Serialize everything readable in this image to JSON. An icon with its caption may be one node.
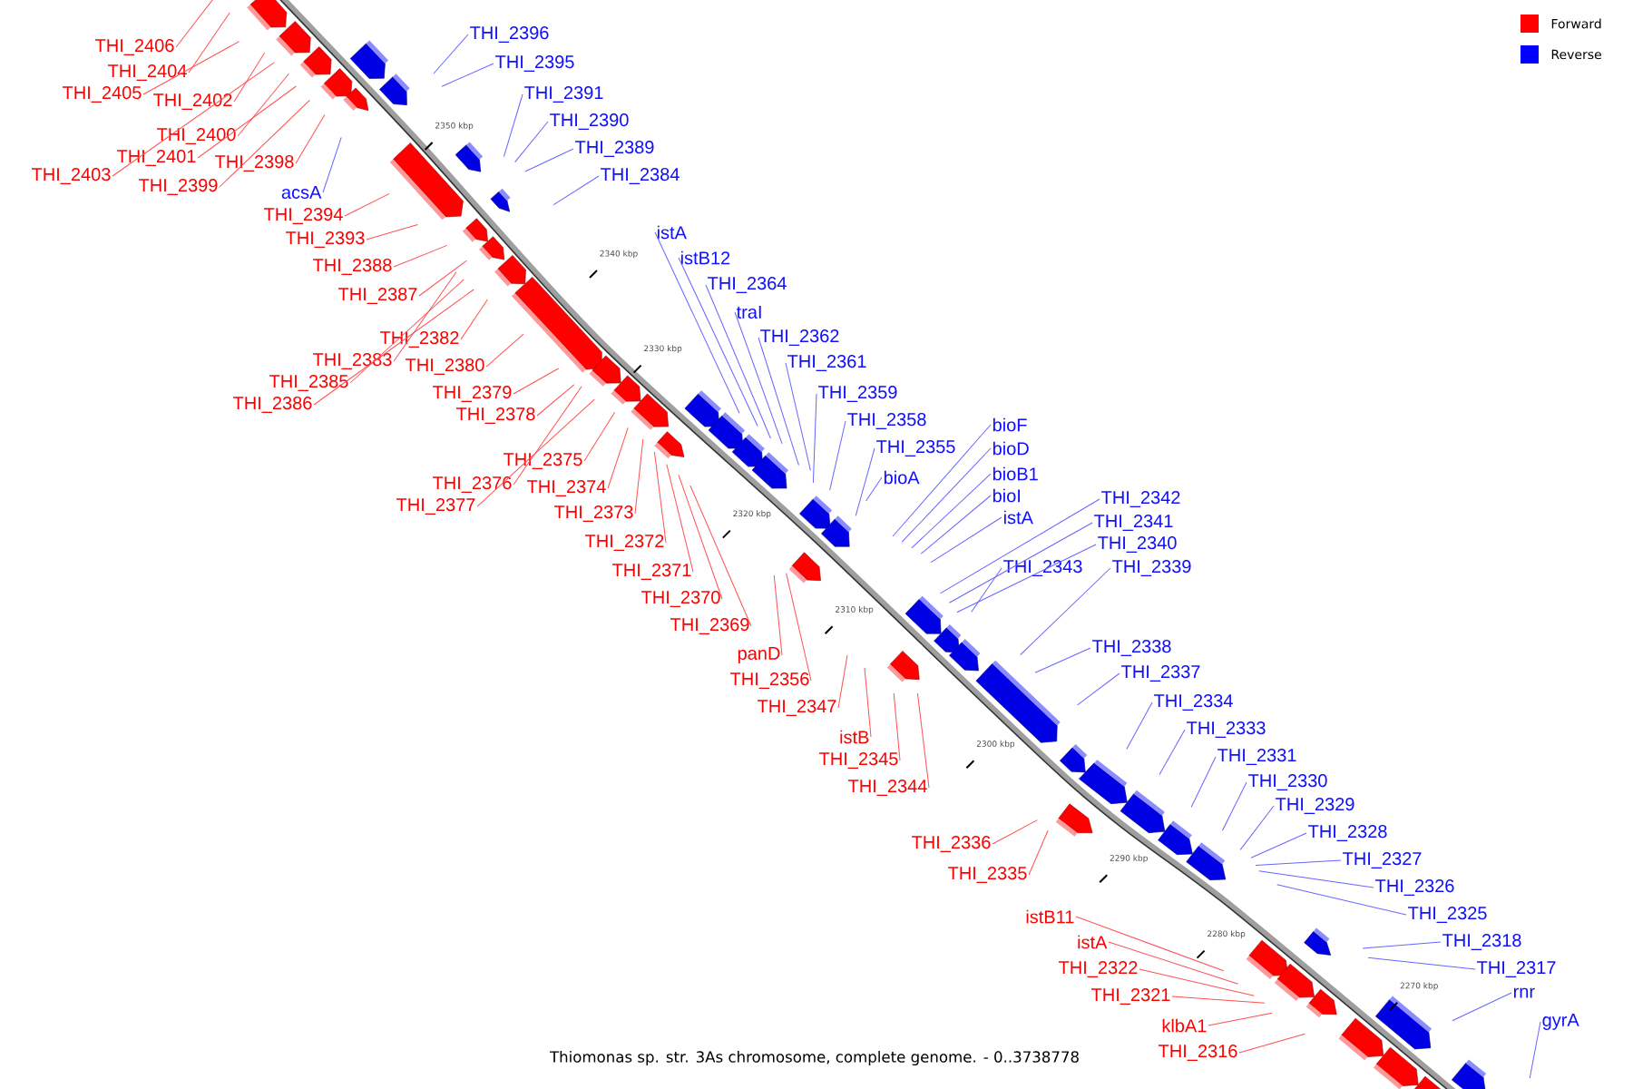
{
  "diagram": {
    "caption": "Thiomonas sp. str. 3As chromosome, complete genome. - 0..3738778",
    "nodes": [
      {
        "text": [
          "THI_2396"
        ]
      },
      {
        "text": [
          "THI_2406"
        ]
      },
      {
        "text": [
          "THI_2395"
        ]
      },
      {
        "text": [
          "THI_2404"
        ]
      },
      {
        "text": [
          "THI_2405"
        ]
      },
      {
        "text": [
          "THI_2391"
        ]
      },
      {
        "text": [
          "THI_2402"
        ]
      },
      {
        "text": [
          "THI_2390"
        ]
      },
      {
        "text": [
          "THI_2400"
        ]
      },
      {
        "text": [
          "THI_2389"
        ]
      },
      {
        "text": [
          "THI_2401"
        ]
      },
      {
        "text": [
          "THI_2398"
        ]
      },
      {
        "text": [
          "THI_2403"
        ]
      },
      {
        "text": [
          "THI_2384"
        ]
      },
      {
        "text": [
          "THI_2399"
        ]
      },
      {
        "text": [
          "acsA"
        ]
      },
      {
        "text": [
          "THI_2394"
        ]
      },
      {
        "text": [
          "istA"
        ]
      },
      {
        "text": [
          "THI_2393"
        ]
      },
      {
        "text": [
          "istB12"
        ]
      },
      {
        "text": [
          "THI_2388"
        ]
      },
      {
        "text": [
          "THI_2364"
        ]
      },
      {
        "text": [
          "THI_2387"
        ]
      },
      {
        "text": [
          "traI"
        ]
      },
      {
        "text": [
          "THI_2362"
        ]
      },
      {
        "text": [
          "THI_2382"
        ]
      },
      {
        "text": [
          "THI_2383"
        ]
      },
      {
        "text": [
          "THI_2361"
        ]
      },
      {
        "text": [
          "THI_2380"
        ]
      },
      {
        "text": [
          "THI_2385"
        ]
      },
      {
        "text": [
          "THI_2359"
        ]
      },
      {
        "text": [
          "THI_2379"
        ]
      },
      {
        "text": [
          "THI_2386"
        ]
      },
      {
        "text": [
          "THI_2378"
        ]
      },
      {
        "text": [
          "THI_2358"
        ]
      },
      {
        "text": [
          "bioF"
        ]
      },
      {
        "text": [
          "THI_2355"
        ]
      },
      {
        "text": [
          "bioD"
        ]
      },
      {
        "text": [
          "THI_2375"
        ]
      },
      {
        "text": [
          "bioB1"
        ]
      },
      {
        "text": [
          "bioA"
        ]
      },
      {
        "text": [
          "THI_2376"
        ]
      },
      {
        "text": [
          "THI_2374"
        ]
      },
      {
        "text": [
          "bioI"
        ]
      },
      {
        "text": [
          "THI_2342"
        ]
      },
      {
        "text": [
          "THI_2377"
        ]
      },
      {
        "text": [
          "THI_2373"
        ]
      },
      {
        "text": [
          "istA"
        ]
      },
      {
        "text": [
          "THI_2341"
        ]
      },
      {
        "text": [
          "THI_2372"
        ]
      },
      {
        "text": [
          "THI_2340"
        ]
      },
      {
        "text": [
          "THI_2343"
        ]
      },
      {
        "text": [
          "THI_2339"
        ]
      },
      {
        "text": [
          "THI_2371"
        ]
      },
      {
        "text": [
          "THI_2370"
        ]
      },
      {
        "text": [
          "THI_2369"
        ]
      },
      {
        "text": [
          "THI_2338"
        ]
      },
      {
        "text": [
          "panD"
        ]
      },
      {
        "text": [
          "THI_2337"
        ]
      },
      {
        "text": [
          "THI_2356"
        ]
      },
      {
        "text": [
          "THI_2334"
        ]
      },
      {
        "text": [
          "THI_2347"
        ]
      },
      {
        "text": [
          "THI_2333"
        ]
      },
      {
        "text": [
          "istB"
        ]
      },
      {
        "text": [
          "THI_2331"
        ]
      },
      {
        "text": [
          "THI_2345"
        ]
      },
      {
        "text": [
          "THI_2330"
        ]
      },
      {
        "text": [
          "THI_2344"
        ]
      },
      {
        "text": [
          "THI_2329"
        ]
      },
      {
        "text": [
          "THI_2328"
        ]
      },
      {
        "text": [
          "THI_2336"
        ]
      },
      {
        "text": [
          "THI_2327"
        ]
      },
      {
        "text": [
          "THI_2335"
        ]
      },
      {
        "text": [
          "THI_2326"
        ]
      },
      {
        "text": [
          "THI_2325"
        ]
      },
      {
        "text": [
          "istB11"
        ]
      },
      {
        "text": [
          "THI_2318"
        ]
      },
      {
        "text": [
          "istA"
        ]
      },
      {
        "text": [
          "THI_2317"
        ]
      },
      {
        "text": [
          "THI_2322"
        ]
      },
      {
        "text": [
          "rnr"
        ]
      },
      {
        "text": [
          "THI_2321"
        ]
      },
      {
        "text": [
          "gyrA"
        ]
      },
      {
        "text": [
          "klbA1"
        ]
      },
      {
        "text": [
          "THI_2316"
        ]
      }
    ],
    "edges": [
      {
        "from": 0,
        "to": null,
        "arrow": "none",
        "color": "#6666ff"
      },
      {
        "from": 1,
        "to": null,
        "arrow": "none"
      },
      {
        "from": 2,
        "to": null,
        "arrow": "none",
        "color": "#6666ff"
      },
      {
        "from": 3,
        "to": null,
        "arrow": "none"
      },
      {
        "from": 4,
        "to": null,
        "arrow": "none"
      },
      {
        "from": 5,
        "to": null,
        "arrow": "none",
        "color": "#6666ff"
      },
      {
        "from": 6,
        "to": null,
        "arrow": "none"
      },
      {
        "from": 7,
        "to": null,
        "arrow": "none",
        "color": "#6666ff"
      },
      {
        "from": 8,
        "to": null,
        "arrow": "none"
      },
      {
        "from": 9,
        "to": null,
        "arrow": "none",
        "color": "#6666ff"
      },
      {
        "from": 10,
        "to": null,
        "arrow": "none"
      },
      {
        "from": 11,
        "to": null,
        "arrow": "none"
      },
      {
        "from": 12,
        "to": null,
        "arrow": "none"
      },
      {
        "from": 13,
        "to": null,
        "arrow": "none",
        "color": "#6666ff"
      },
      {
        "from": 14,
        "to": null,
        "arrow": "none"
      },
      {
        "from": 15,
        "to": null,
        "arrow": "none",
        "color": "#6666ff"
      },
      {
        "from": 16,
        "to": null,
        "arrow": "none"
      },
      {
        "from": 17,
        "to": null,
        "arrow": "none",
        "color": "#6666ff"
      },
      {
        "from": 18,
        "to": null,
        "arrow": "none"
      },
      {
        "from": 19,
        "to": null,
        "arrow": "none",
        "color": "#6666ff"
      },
      {
        "from": 20,
        "to": null,
        "arrow": "none"
      },
      {
        "from": 21,
        "to": null,
        "arrow": "none",
        "color": "#6666ff"
      },
      {
        "from": 22,
        "to": null,
        "arrow": "none"
      },
      {
        "from": 23,
        "to": null,
        "arrow": "none",
        "color": "#6666ff"
      },
      {
        "from": 24,
        "to": null,
        "arrow": "none",
        "color": "#6666ff"
      },
      {
        "from": 25,
        "to": null,
        "arrow": "none"
      },
      {
        "from": 26,
        "to": null,
        "arrow": "none"
      },
      {
        "from": 27,
        "to": null,
        "arrow": "none",
        "color": "#6666ff"
      },
      {
        "from": 28,
        "to": null,
        "arrow": "none"
      },
      {
        "from": 29,
        "to": null,
        "arrow": "none"
      },
      {
        "from": 30,
        "to": null,
        "arrow": "none",
        "color": "#6666ff"
      },
      {
        "from": 31,
        "to": null,
        "arrow": "none"
      },
      {
        "from": 32,
        "to": null,
        "arrow": "none"
      },
      {
        "from": 33,
        "to": null,
        "arrow": "none"
      },
      {
        "from": 34,
        "to": null,
        "arrow": "none",
        "color": "#6666ff"
      },
      {
        "from": 35,
        "to": null,
        "arrow": "none",
        "color": "#6666ff"
      },
      {
        "from": 36,
        "to": null,
        "arrow": "none",
        "color": "#6666ff"
      },
      {
        "from": 37,
        "to": null,
        "arrow": "none",
        "color": "#6666ff"
      },
      {
        "from": 38,
        "to": null,
        "arrow": "none"
      },
      {
        "from": 39,
        "to": null,
        "arrow": "none",
        "color": "#6666ff"
      },
      {
        "from": 40,
        "to": null,
        "arrow": "none",
        "color": "#6666ff"
      },
      {
        "from": 41,
        "to": null,
        "arrow": "none"
      },
      {
        "from": 42,
        "to": null,
        "arrow": "none"
      },
      {
        "from": 43,
        "to": null,
        "arrow": "none",
        "color": "#6666ff"
      },
      {
        "from": 44,
        "to": null,
        "arrow": "none",
        "color": "#6666ff"
      },
      {
        "from": 45,
        "to": null,
        "arrow": "none"
      },
      {
        "from": 46,
        "to": null,
        "arrow": "none"
      },
      {
        "from": 47,
        "to": null,
        "arrow": "none",
        "color": "#6666ff"
      },
      {
        "from": 48,
        "to": null,
        "arrow": "none",
        "color": "#6666ff"
      },
      {
        "from": 49,
        "to": null,
        "arrow": "none"
      },
      {
        "from": 50,
        "to": null,
        "arrow": "none",
        "color": "#6666ff"
      },
      {
        "from": 51,
        "to": null,
        "arrow": "none",
        "color": "#6666ff"
      },
      {
        "from": 52,
        "to": null,
        "arrow": "none",
        "color": "#6666ff"
      },
      {
        "from": 53,
        "to": null,
        "arrow": "none"
      },
      {
        "from": 54,
        "to": null,
        "arrow": "none"
      },
      {
        "from": 55,
        "to": null,
        "arrow": "none"
      },
      {
        "from": 56,
        "to": null,
        "arrow": "none",
        "color": "#6666ff"
      },
      {
        "from": 57,
        "to": null,
        "arrow": "none"
      },
      {
        "from": 58,
        "to": null,
        "arrow": "none",
        "color": "#6666ff"
      },
      {
        "from": 59,
        "to": null,
        "arrow": "none"
      },
      {
        "from": 60,
        "to": null,
        "arrow": "none",
        "color": "#6666ff"
      },
      {
        "from": 61,
        "to": null,
        "arrow": "none"
      },
      {
        "from": 62,
        "to": null,
        "arrow": "none",
        "color": "#6666ff"
      },
      {
        "from": 63,
        "to": null,
        "arrow": "none"
      },
      {
        "from": 64,
        "to": null,
        "arrow": "none",
        "color": "#6666ff"
      },
      {
        "from": 65,
        "to": null,
        "arrow": "none"
      },
      {
        "from": 66,
        "to": null,
        "arrow": "none",
        "color": "#6666ff"
      },
      {
        "from": 67,
        "to": null,
        "arrow": "none"
      },
      {
        "from": 68,
        "to": null,
        "arrow": "none",
        "color": "#6666ff"
      },
      {
        "from": 69,
        "to": null,
        "arrow": "none",
        "color": "#6666ff"
      },
      {
        "from": 70,
        "to": null,
        "arrow": "none"
      },
      {
        "from": 71,
        "to": null,
        "arrow": "none",
        "color": "#6666ff"
      },
      {
        "from": 72,
        "to": null,
        "arrow": "none"
      },
      {
        "from": 73,
        "to": null,
        "arrow": "none",
        "color": "#6666ff"
      },
      {
        "from": 74,
        "to": null,
        "arrow": "none",
        "color": "#6666ff"
      },
      {
        "from": 75,
        "to": null,
        "arrow": "none"
      },
      {
        "from": 76,
        "to": null,
        "arrow": "none",
        "color": "#6666ff"
      },
      {
        "from": 77,
        "to": null,
        "arrow": "none"
      },
      {
        "from": 78,
        "to": null,
        "arrow": "none",
        "color": "#6666ff"
      },
      {
        "from": 79,
        "to": null,
        "arrow": "none"
      },
      {
        "from": 80,
        "to": null,
        "arrow": "none",
        "color": "#6666ff"
      },
      {
        "from": 81,
        "to": null,
        "arrow": "none"
      },
      {
        "from": 82,
        "to": null,
        "arrow": "none",
        "color": "#6666ff"
      },
      {
        "from": 83,
        "to": null,
        "arrow": "none"
      },
      {
        "from": 84,
        "to": null,
        "arrow": "none"
      }
    ],
    "labels": [
      "2350 kbp",
      "2340 kbp",
      "2330 kbp",
      "2320 kbp",
      "2310 kbp",
      "2300 kbp",
      "2290 kbp",
      "2280 kbp",
      "2270 kbp"
    ],
    "legend": [
      {
        "text": "Forward",
        "color": "#ff0000"
      },
      {
        "text": "Reverse",
        "color": "#0000ff"
      }
    ]
  }
}
